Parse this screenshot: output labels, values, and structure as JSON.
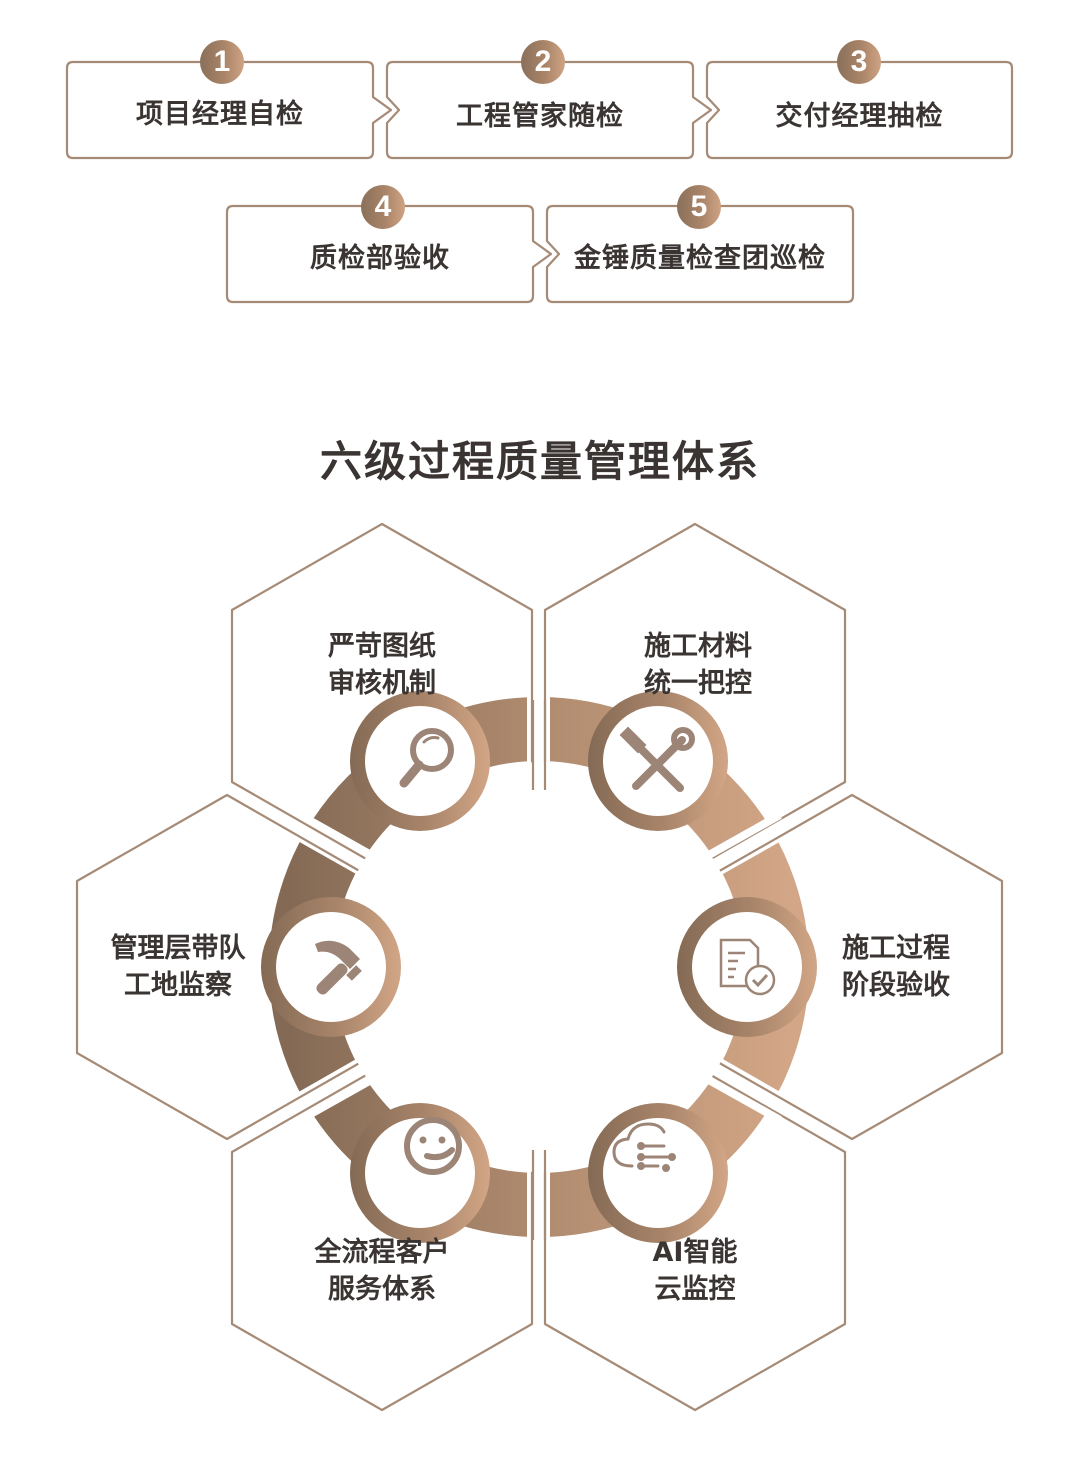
{
  "colors": {
    "border": "#a58a76",
    "gradient_dark": "#8a705a",
    "gradient_mid": "#a98468",
    "gradient_light": "#cfa383",
    "icon_fill": "#9c8576",
    "text": "#3a3533"
  },
  "steps": [
    {
      "number": "1",
      "label": "项目经理自检"
    },
    {
      "number": "2",
      "label": "工程管家随检"
    },
    {
      "number": "3",
      "label": "交付经理抽检"
    },
    {
      "number": "4",
      "label": "质检部验收"
    },
    {
      "number": "5",
      "label": "金锤质量检查团巡检"
    }
  ],
  "title": "六级过程质量管理体系",
  "pillars": [
    {
      "line1": "严苛图纸",
      "line2": "审核机制",
      "icon": "magnifier-icon"
    },
    {
      "line1": "施工材料",
      "line2": "统一把控",
      "icon": "hammer-wrench-icon"
    },
    {
      "line1": "管理层带队",
      "line2": "工地监察",
      "icon": "hammer-icon"
    },
    {
      "line1": "施工过程",
      "line2": "阶段验收",
      "icon": "document-check-icon"
    },
    {
      "line1": "全流程客户",
      "line2": "服务体系",
      "icon": "customer-service-smile-icon"
    },
    {
      "line1": "AI智能",
      "line2": "云监控",
      "icon": "cloud-ai-icon"
    }
  ]
}
